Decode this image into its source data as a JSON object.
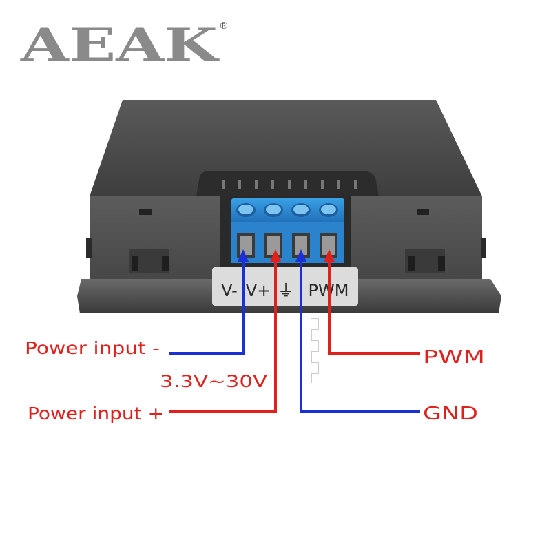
{
  "brand": {
    "name": "AEAK",
    "registered_mark": "®"
  },
  "terminal_labels": [
    "V-",
    "V+",
    "⏚",
    "PWM"
  ],
  "wires": {
    "power_minus": {
      "label": "Power input -",
      "color": "#1a2fd6"
    },
    "power_plus": {
      "label": "Power input +",
      "color": "#e0201c",
      "voltage_range": "3.3V~30V"
    },
    "gnd": {
      "label": "GND",
      "color": "#1a2fd6"
    },
    "pwm": {
      "label": "PWM",
      "color": "#e0201c"
    }
  },
  "colors": {
    "housing": "#505050",
    "terminal_block": "#2f8fd6",
    "label_plate": "#dcdcdc"
  }
}
